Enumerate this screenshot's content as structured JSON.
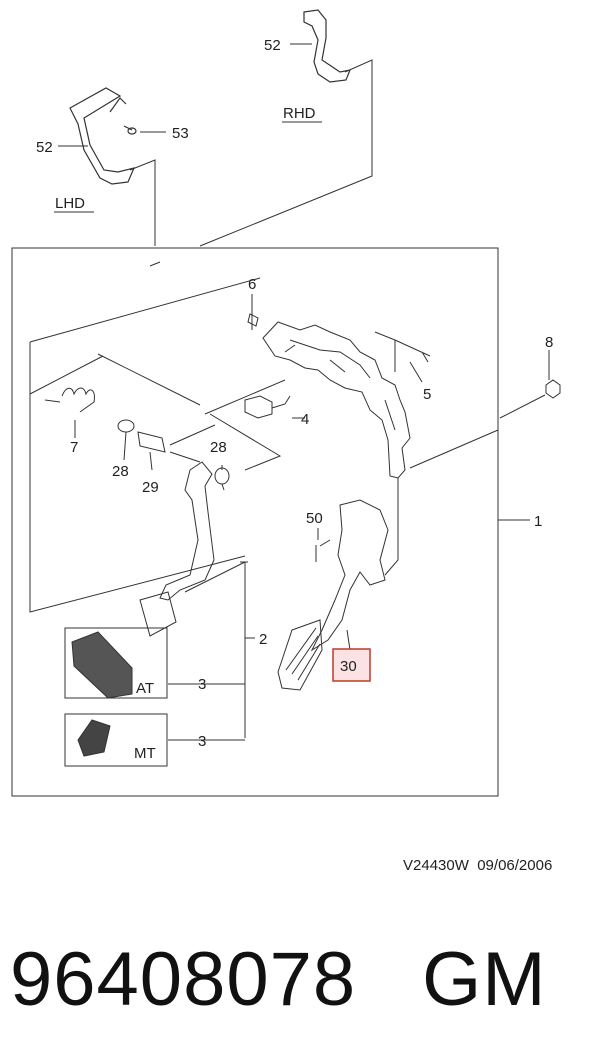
{
  "labels": {
    "rhd": "RHD",
    "lhd": "LHD",
    "at": "AT",
    "mt": "MT"
  },
  "callouts": {
    "c52_top": "52",
    "c52_left": "52",
    "c53": "53",
    "c6": "6",
    "c8": "8",
    "c5": "5",
    "c4": "4",
    "c7": "7",
    "c28_left": "28",
    "c29": "29",
    "c28_right": "28",
    "c50": "50",
    "c1": "1",
    "c2": "2",
    "c30": "30",
    "c3_at": "3",
    "c3_mt": "3"
  },
  "highlight": {
    "part": "30",
    "fill": "#fbe3e3",
    "stroke": "#c0392b"
  },
  "reference": {
    "code": "V24430W",
    "date": "09/06/2006"
  },
  "part_number": {
    "number": "96408078",
    "brand": "GM"
  }
}
